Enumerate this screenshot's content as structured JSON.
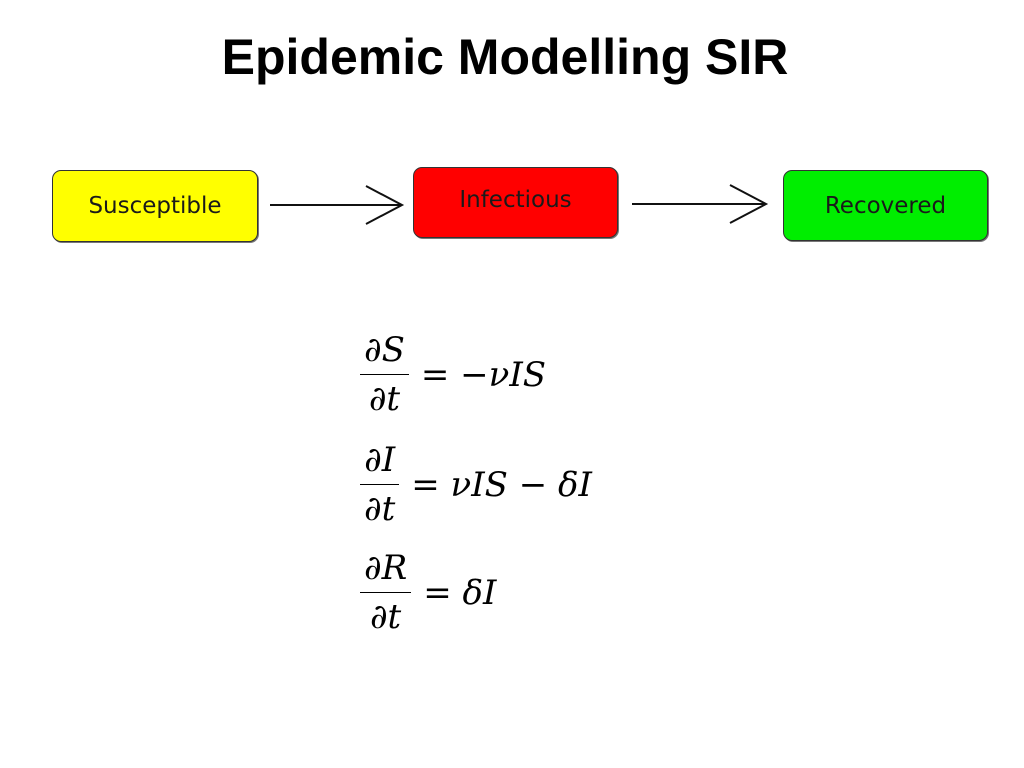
{
  "title": "Epidemic Modelling SIR",
  "compartments": [
    {
      "label": "Susceptible",
      "color": "#ffff00"
    },
    {
      "label": "Infectious",
      "color": "#ff0000"
    },
    {
      "label": "Recovered",
      "color": "#00ee00"
    }
  ],
  "equations": [
    {
      "numerator": "∂S",
      "denominator": "∂t",
      "rhs": "= −νIS"
    },
    {
      "numerator": "∂I",
      "denominator": "∂t",
      "rhs": "= νIS − δI"
    },
    {
      "numerator": "∂R",
      "denominator": "∂t",
      "rhs": "= δI"
    }
  ]
}
